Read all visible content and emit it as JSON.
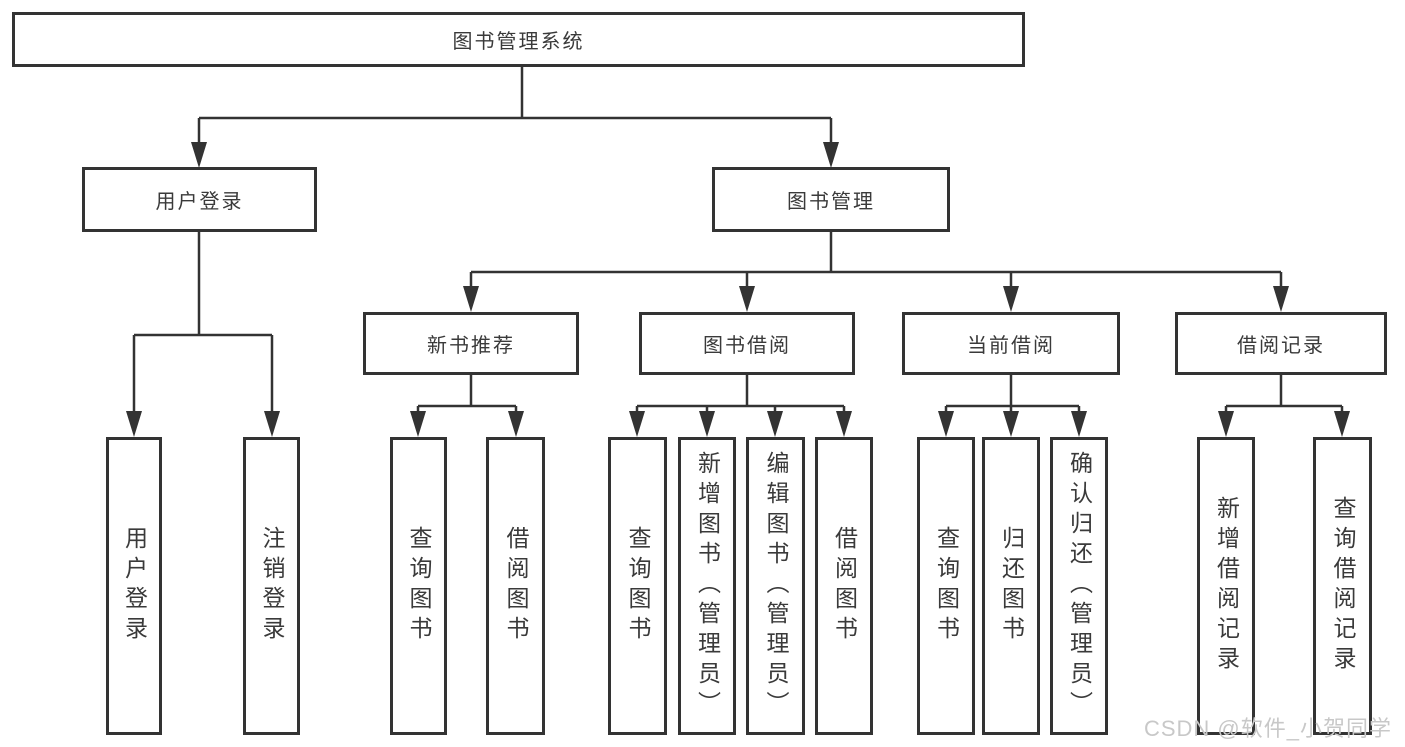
{
  "colors": {
    "line": "#333333",
    "text": "#3a3a3a",
    "background": "#ffffff",
    "watermark_text": "#c8c8c8"
  },
  "watermark": "CSDN @软件_小贺同学",
  "nodes": {
    "root": "图书管理系统",
    "user_login": "用户登录",
    "book_mgmt": "图书管理",
    "user_login_children": [
      "用户登录",
      "注销登录"
    ],
    "book_mgmt_children": [
      "新书推荐",
      "图书借阅",
      "当前借阅",
      "借阅记录"
    ],
    "new_book_children": [
      "查询图书",
      "借阅图书"
    ],
    "borrow_children": [
      "查询图书",
      "新增图书（管理员）",
      "编辑图书（管理员）",
      "借阅图书"
    ],
    "current_children": [
      "查询图书",
      "归还图书",
      "确认归还（管理员）"
    ],
    "record_children": [
      "新增借阅记录",
      "查询借阅记录"
    ]
  }
}
